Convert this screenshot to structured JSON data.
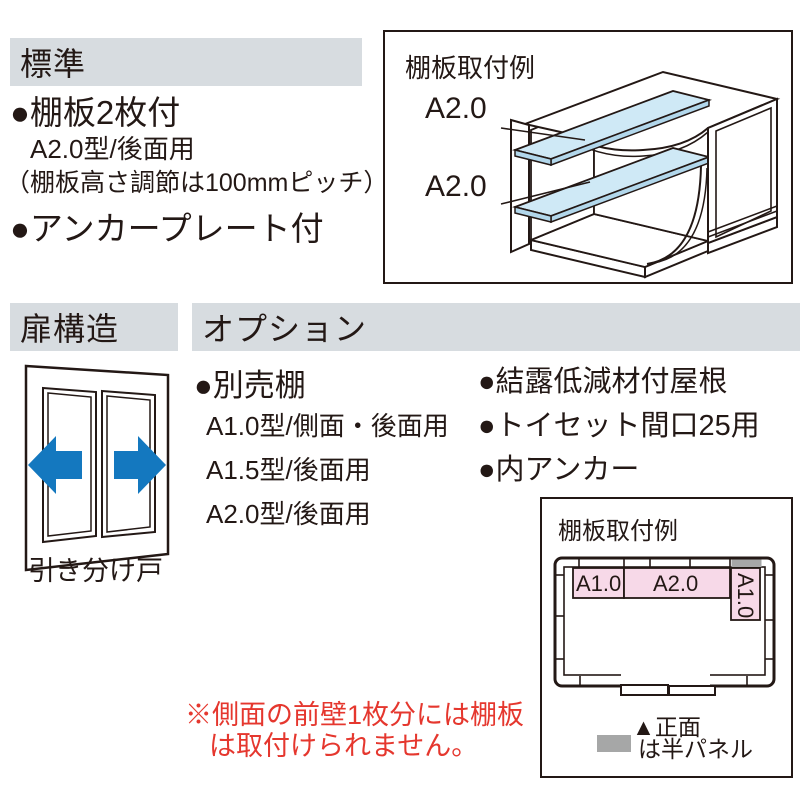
{
  "standard": {
    "header": "標準",
    "shelf_item": "●棚板2枚付",
    "shelf_type": "A2.0型/後面用",
    "shelf_note": "（棚板高さ調節は100mmピッチ）",
    "anchor_item": "●アンカープレート付"
  },
  "shelf_example_top": {
    "title": "棚板取付例",
    "label_upper": "A2.0",
    "label_lower": "A2.0"
  },
  "door": {
    "header": "扉構造",
    "caption": "引き分け戸",
    "arrow_color": "#1478bf"
  },
  "options": {
    "header": "オプション",
    "separate_shelf": "●別売棚",
    "shelf_types": [
      "A1.0型/側面・後面用",
      "A1.5型/後面用",
      "A2.0型/後面用"
    ],
    "extras": [
      "●結露低減材付屋根",
      "●トイセット間口25用",
      "●内アンカー"
    ]
  },
  "shelf_example_plan": {
    "title": "棚板取付例",
    "label_left": "A1.0",
    "label_center": "A2.0",
    "label_right": "A1.0",
    "front_label": "▲正面",
    "legend_label": "は半パネル",
    "shelf_fill": "#f7d9e8",
    "half_panel_fill": "#a6a7a7"
  },
  "note": {
    "line1": "※側面の前壁1枚分には棚板",
    "line2": "は取付けられません。"
  },
  "colors": {
    "header_bg": "#d7dce0",
    "ink": "#231815",
    "shelf_blue": "#cfe9f6",
    "shelf_blue_edge": "#b2d7eb",
    "red": "#e5372e"
  }
}
